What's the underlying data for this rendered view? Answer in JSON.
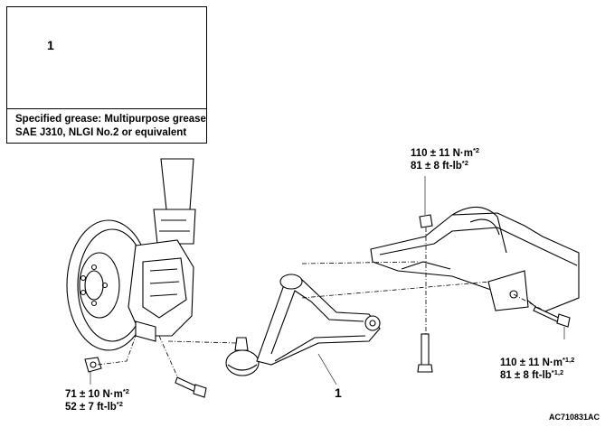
{
  "inset": {
    "callout": "1",
    "note_line1": "Specified grease: Multipurpose grease",
    "note_line2": "SAE J310, NLGI No.2 or equivalent"
  },
  "torques": {
    "top": {
      "nm": "110 ± 11 N·m",
      "nm_sup": "*2",
      "ftlb": "81 ± 8 ft-lb",
      "ftlb_sup": "*2"
    },
    "right": {
      "nm": "110 ± 11 N·m",
      "nm_sup": "*1,2",
      "ftlb": "81 ± 8 ft-lb",
      "ftlb_sup": "*1,2"
    },
    "left": {
      "nm": "71 ± 10 N·m",
      "nm_sup": "*2",
      "ftlb": "52 ± 7 ft-lb",
      "ftlb_sup": "*2"
    }
  },
  "main_callout": "1",
  "figure_code": "AC710831AC"
}
